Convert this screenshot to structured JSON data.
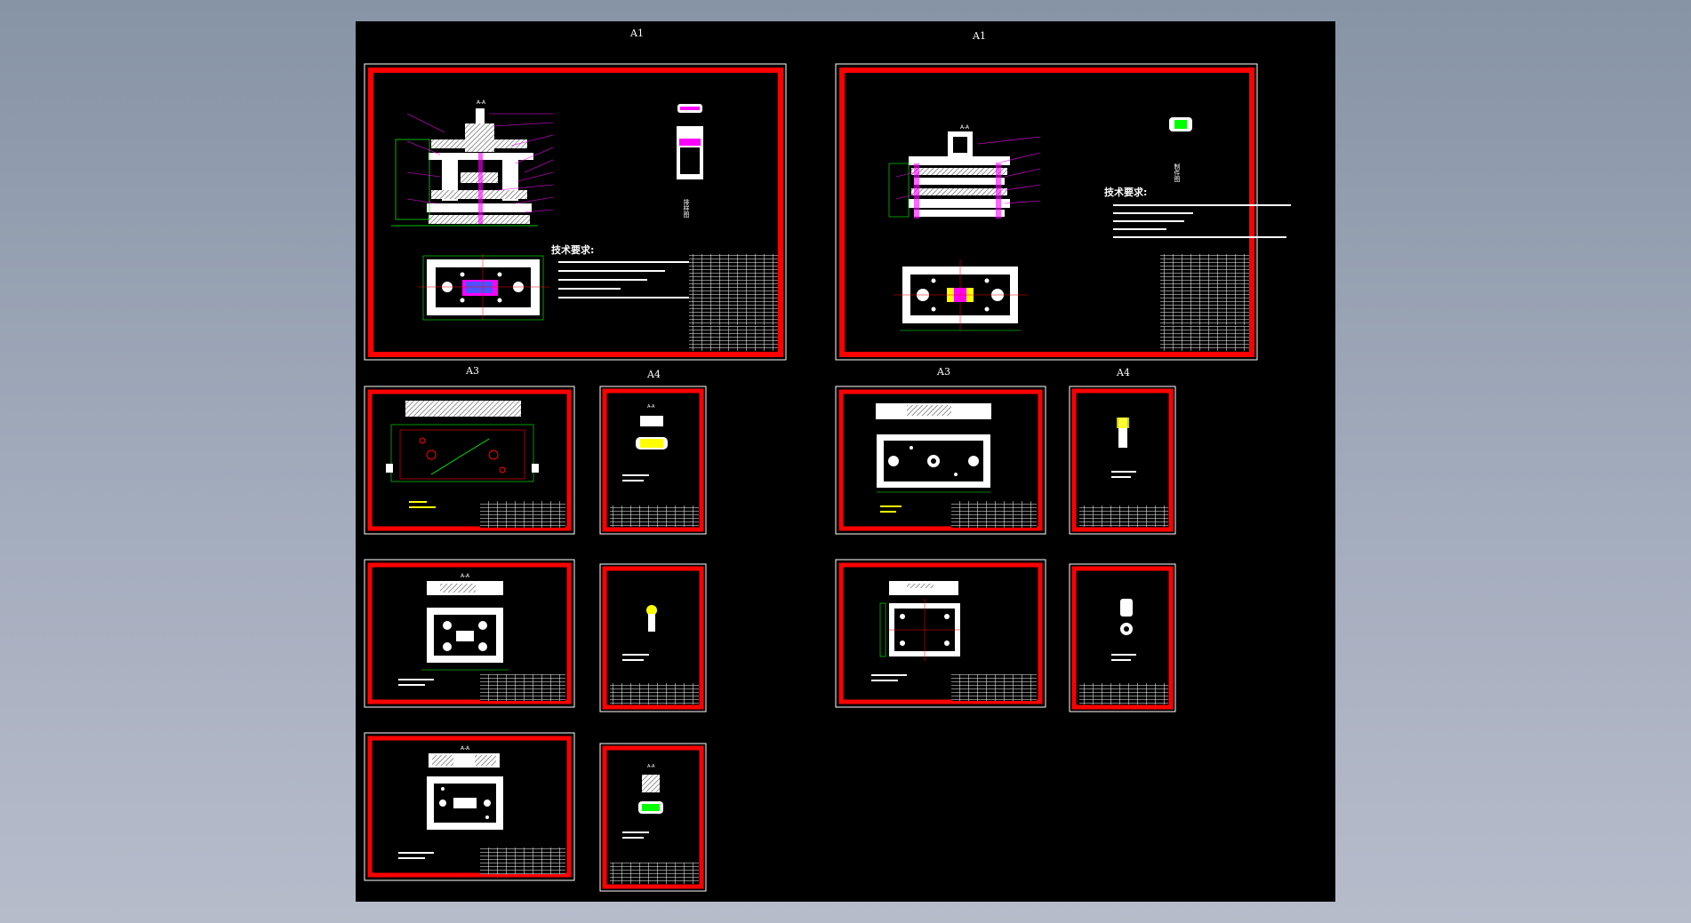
{
  "viewer": {
    "background_top": "#8794a6",
    "background_bottom": "#b7bccb",
    "canvas_color": "#000000"
  },
  "colors": {
    "frame": "#ff0000",
    "border": "#ffffff",
    "dimension": "#00ff00",
    "leader": "#ff00ff",
    "fill": "#ffffff",
    "highlight": "#ffff00",
    "accent": "#ff00ff"
  },
  "sheets": {
    "a1_left": {
      "size_label": "A1",
      "section_label": "A-A",
      "tech_title": "技术要求:",
      "side_caption": "排样图"
    },
    "a1_right": {
      "size_label": "A1",
      "section_label": "A-A",
      "tech_title": "技术要求:",
      "side_caption": "制件图"
    },
    "a3_left": {
      "size_label": "A3",
      "section_labels": [
        "A-A",
        "A-A"
      ]
    },
    "a4_left": {
      "size_label": "A4",
      "section_labels": [
        "A-A",
        "A-A"
      ]
    },
    "a3_right": {
      "size_label": "A3"
    },
    "a4_right": {
      "size_label": "A4"
    }
  }
}
